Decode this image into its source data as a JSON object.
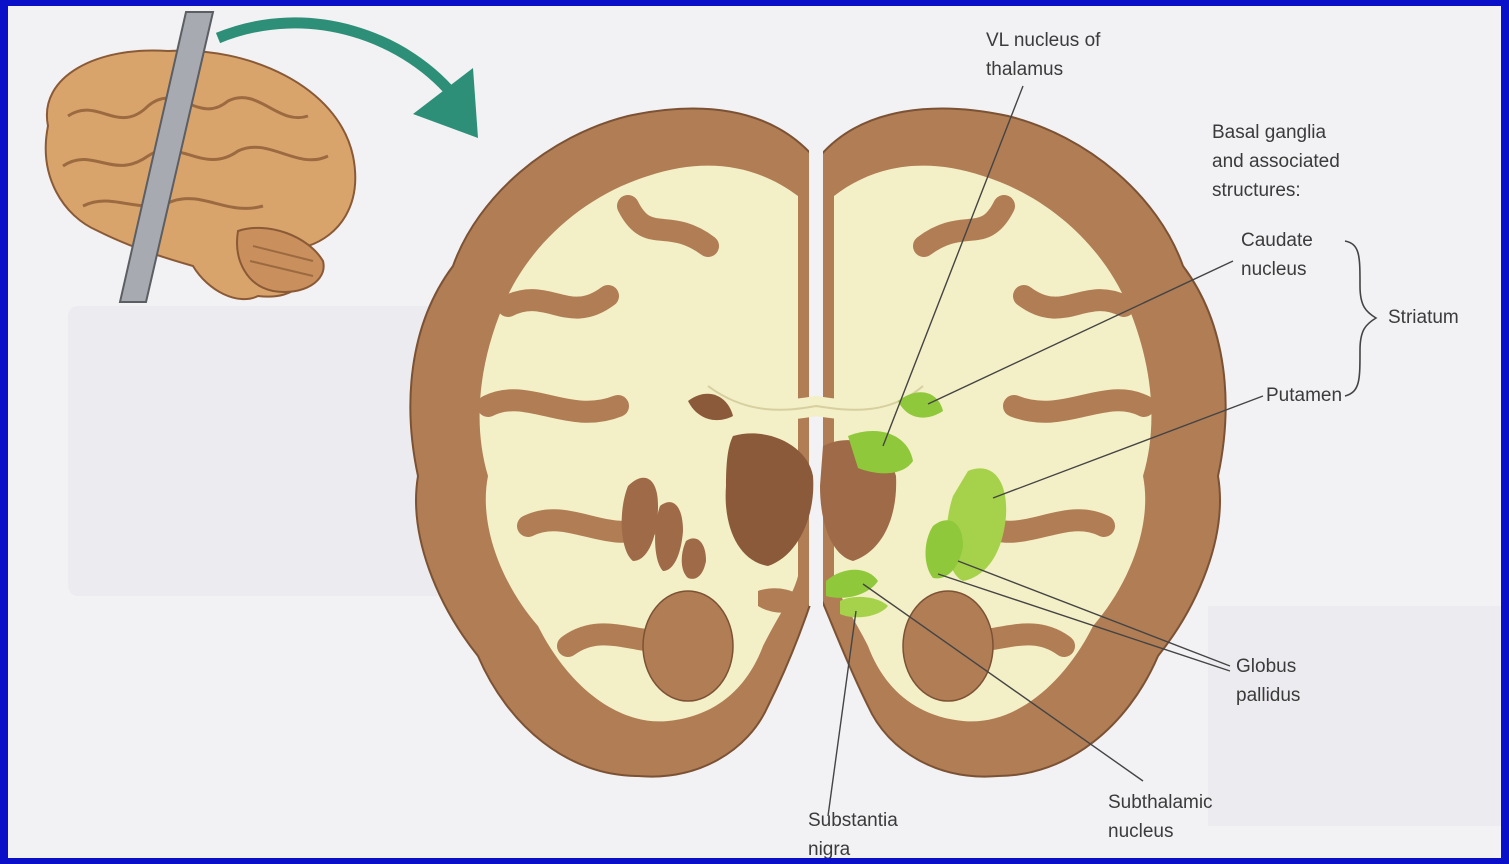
{
  "labels": {
    "vl_thalamus": "VL  nucleus of\nthalamus",
    "basal_ganglia_heading": "Basal ganglia\nand associated\nstructures:",
    "caudate": "Caudate\nnucleus",
    "striatum": "Striatum",
    "putamen": "Putamen",
    "globus_pallidus": "Globus\npallidus",
    "subthalamic": "Subthalamic\nnucleus",
    "substantia_nigra": "Substantia\nnigra"
  },
  "colors": {
    "frame_border": "#0a10c8",
    "cortex": "#b07d55",
    "white_matter": "#f3efc6",
    "highlight_green": "#8fc83a",
    "deep_brown": "#8a5a3a",
    "arrow_teal": "#2e8f78"
  }
}
